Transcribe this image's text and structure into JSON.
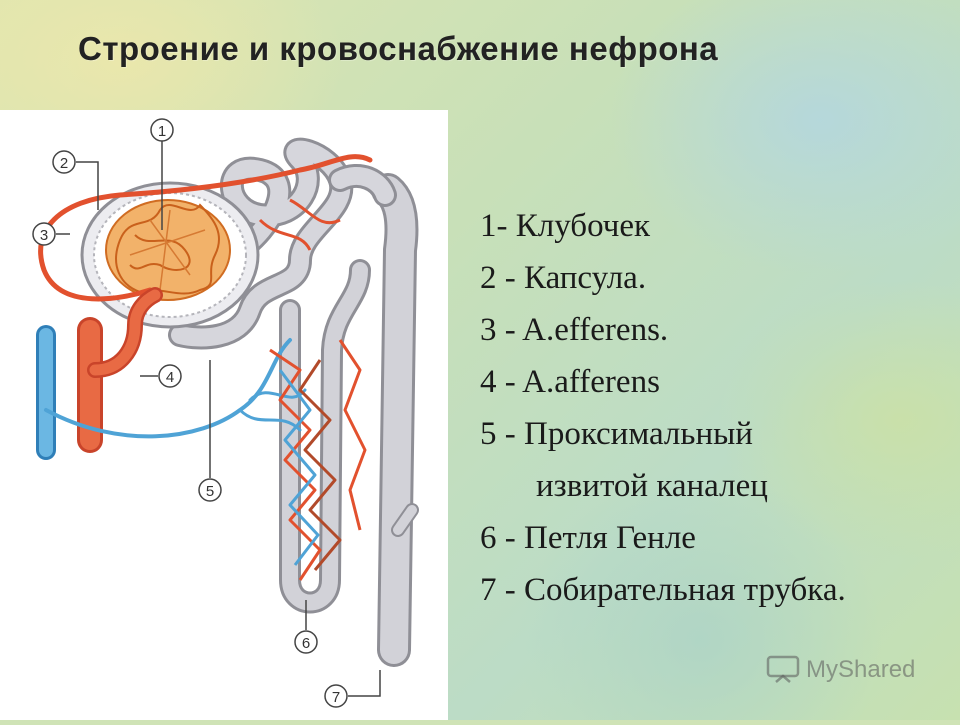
{
  "title": "Строение и кровоснабжение нефрона",
  "diagram": {
    "labels": [
      "1",
      "2",
      "3",
      "4",
      "5",
      "6",
      "7"
    ]
  },
  "legend": [
    "1- Клубочек",
    "2 - Капсула.",
    "3 - A.efferens.",
    "4 - A.afferens",
    "5 - Проксимальный",
    "извитой каналец",
    "6 - Петля Генле",
    "7 - Собирательная трубка."
  ],
  "watermark": {
    "text": "MyShared",
    "icon": "projector-screen-icon"
  },
  "colors": {
    "artery": "#e2512e",
    "vein": "#4fa3d6",
    "tubule": "#c7c7cc",
    "glomerulus": "#e88a3a"
  }
}
